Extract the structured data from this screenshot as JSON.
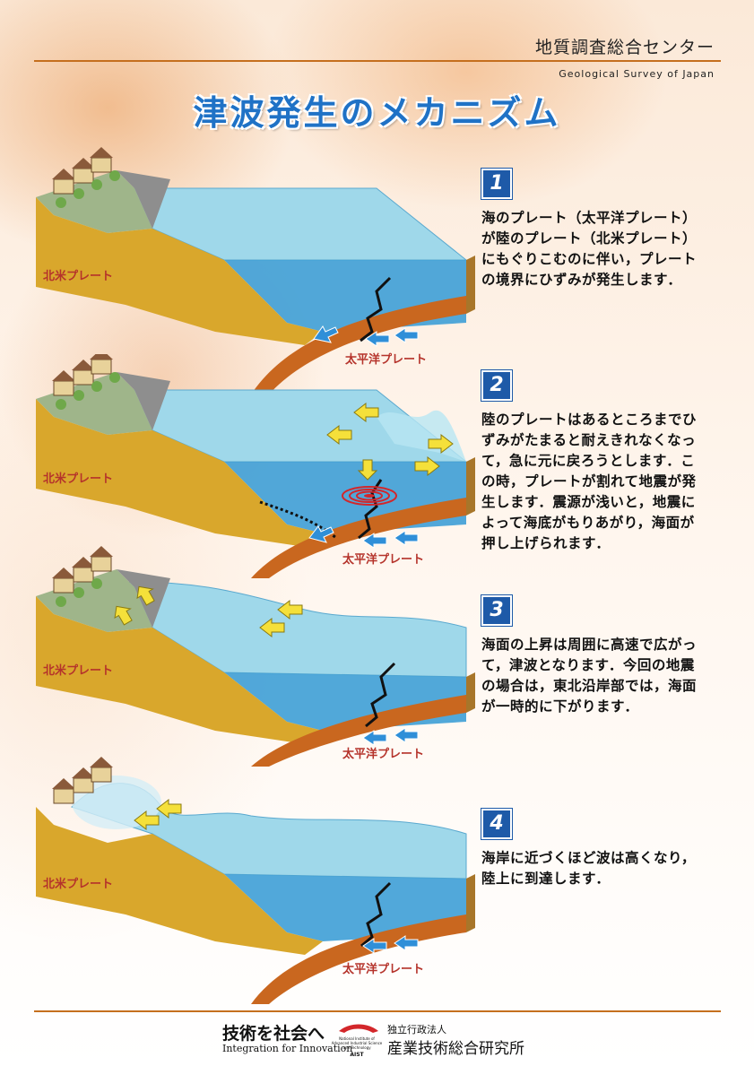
{
  "header": {
    "org_ja": "地質調査総合センター",
    "org_en": "Geological Survey of Japan"
  },
  "title": "津波発生のメカニズム",
  "labels": {
    "north_american_plate": "北米プレート",
    "pacific_plate": "太平洋プレート"
  },
  "steps": [
    {
      "number": "1",
      "lines": [
        "海のプレート（太平洋プレート）",
        "が陸のプレート（北米プレート）",
        "にもぐりこむのに伴い，プレート",
        "の境界にひずみが発生します．"
      ]
    },
    {
      "number": "2",
      "lines": [
        "陸のプレートはあるところまでひ",
        "ずみがたまると耐えきれなくなっ",
        "て，急に元に戻ろうとします．こ",
        "の時，プレートが割れて地震が発",
        "生します．震源が浅いと，地震に",
        "よって海底がもりあがり，海面が",
        "押し上げられます．"
      ]
    },
    {
      "number": "3",
      "lines": [
        "海面の上昇は周囲に高速で広がっ",
        "て，津波となります．今回の地震",
        "の場合は，東北沿岸部では，海面",
        "が一時的に下がります．"
      ]
    },
    {
      "number": "4",
      "lines": [
        "海岸に近づくほど波は高くなり，",
        "陸上に到達します．"
      ]
    }
  ],
  "footer": {
    "slogan_ja": "技術を社会へ",
    "slogan_en": "Integration for Innovation",
    "logo_lines": [
      "National Institute of",
      "Advanced Industrial Science",
      "and Technology"
    ],
    "logo_abbr": "AIST",
    "org_small": "独立行政法人",
    "org_name": "産業技術総合研究所"
  },
  "colors": {
    "title": "#1f72c6",
    "step_badge": "#1e5aa8",
    "rule": "#c56f1e",
    "land": "#d9a72c",
    "ocean_top": "#8fd0e6",
    "ocean_side": "#3e9ed6",
    "pacific_plate": "#c9671f",
    "plate_arrow": "#2f8fd8",
    "wave_arrow": "#f5e03a",
    "label_north": "#b5332b",
    "label_pacific": "#b5332b"
  }
}
